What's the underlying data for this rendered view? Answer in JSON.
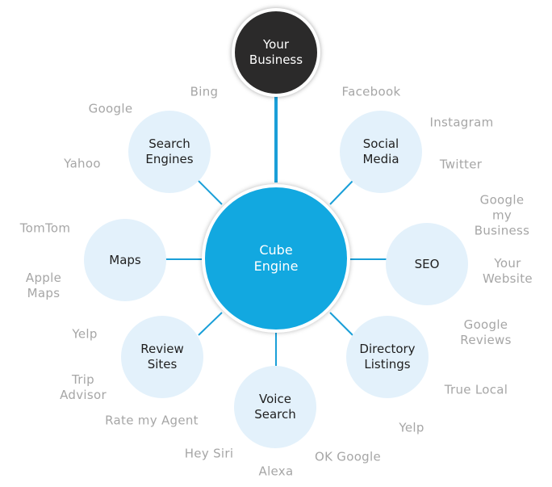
{
  "colors": {
    "center_fill": "#12a8e0",
    "top_fill": "#2b2a2a",
    "hub_fill": "#e3f1fb",
    "connector": "#1a9fd8",
    "leaf_text": "#a6a6a6"
  },
  "top_node": {
    "label": "Your\nBusiness"
  },
  "center_node": {
    "label": "Cube\nEngine"
  },
  "hubs": {
    "search_engines": {
      "label": "Search\nEngines",
      "leaves": [
        "Bing",
        "Google",
        "Yahoo"
      ]
    },
    "social_media": {
      "label": "Social\nMedia",
      "leaves": [
        "Facebook",
        "Instagram",
        "Twitter"
      ]
    },
    "seo": {
      "label": "SEO",
      "leaves": [
        "Google my\nBusiness",
        "Your\nWebsite"
      ]
    },
    "directory_listings": {
      "label": "Directory\nListings",
      "leaves": [
        "Google\nReviews",
        "True Local",
        "Yelp"
      ]
    },
    "voice_search": {
      "label": "Voice\nSearch",
      "leaves": [
        "OK Google",
        "Alexa",
        "Hey Siri"
      ]
    },
    "review_sites": {
      "label": "Review\nSites",
      "leaves": [
        "Rate my Agent",
        "Trip\nAdvisor",
        "Yelp"
      ]
    },
    "maps": {
      "label": "Maps",
      "leaves": [
        "Apple\nMaps",
        "TomTom"
      ]
    }
  }
}
